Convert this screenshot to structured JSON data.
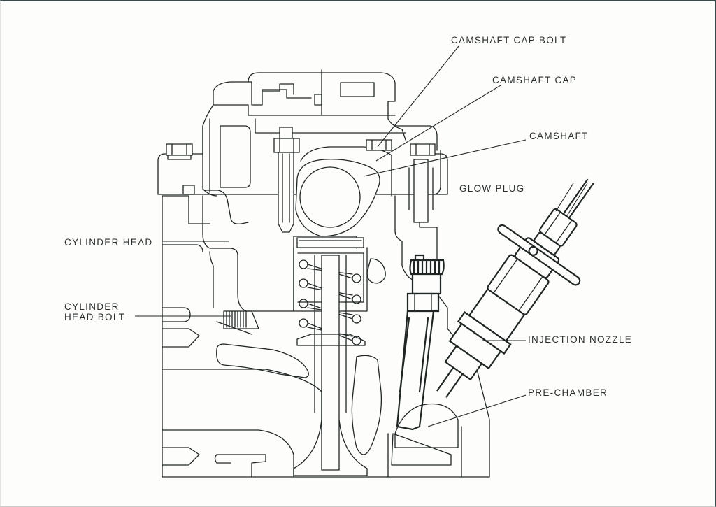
{
  "diagram": {
    "subject": "Diesel engine cylinder head cross-section",
    "labels": {
      "camshaft_cap_bolt": "CAMSHAFT CAP BOLT",
      "camshaft_cap": "CAMSHAFT CAP",
      "camshaft": "CAMSHAFT",
      "glow_plug": "GLOW PLUG",
      "cylinder_head": "CYLINDER HEAD",
      "cylinder_head_bolt_line1": "CYLINDER",
      "cylinder_head_bolt_line2": "HEAD BOLT",
      "injection_nozzle": "INJECTION NOZZLE",
      "pre_chamber": "PRE-CHAMBER"
    },
    "colors": {
      "background": "#fdfdfc",
      "ink": "#1f2624",
      "border": "#3a4a48"
    }
  }
}
